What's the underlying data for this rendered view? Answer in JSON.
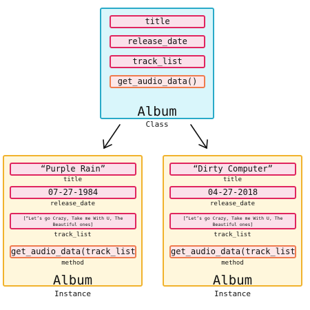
{
  "class_box": {
    "fields": [
      "title",
      "release_date",
      "track_list"
    ],
    "method": "get_audio_data()",
    "name": "Album",
    "kind": "Class"
  },
  "instances": [
    {
      "title": "“Purple Rain”",
      "title_label": "title",
      "release_date": "07-27-1984",
      "release_date_label": "release_date",
      "track_list": "[“Let’s go Crazy, Take me With U, The Beautiful ones]",
      "track_list_label": "track_list",
      "method": "get_audio_data(track_list)",
      "method_label": "method",
      "name": "Album",
      "kind": "Instance"
    },
    {
      "title": "“Dirty Computer”",
      "title_label": "title",
      "release_date": "04-27-2018",
      "release_date_label": "release_date",
      "track_list": "[“Let’s go Crazy, Take me With U, The Beautiful ones]",
      "track_list_label": "track_list",
      "method": "get_audio_data(track_list)",
      "method_label": "method",
      "name": "Album",
      "kind": "Instance"
    }
  ],
  "colors": {
    "class_border": "#29aac8",
    "class_fill": "#d9f6fb",
    "instance_border": "#f1b22c",
    "instance_fill": "#fff7dc",
    "field_border": "#e0245e",
    "method_border": "#ef7a4e"
  }
}
